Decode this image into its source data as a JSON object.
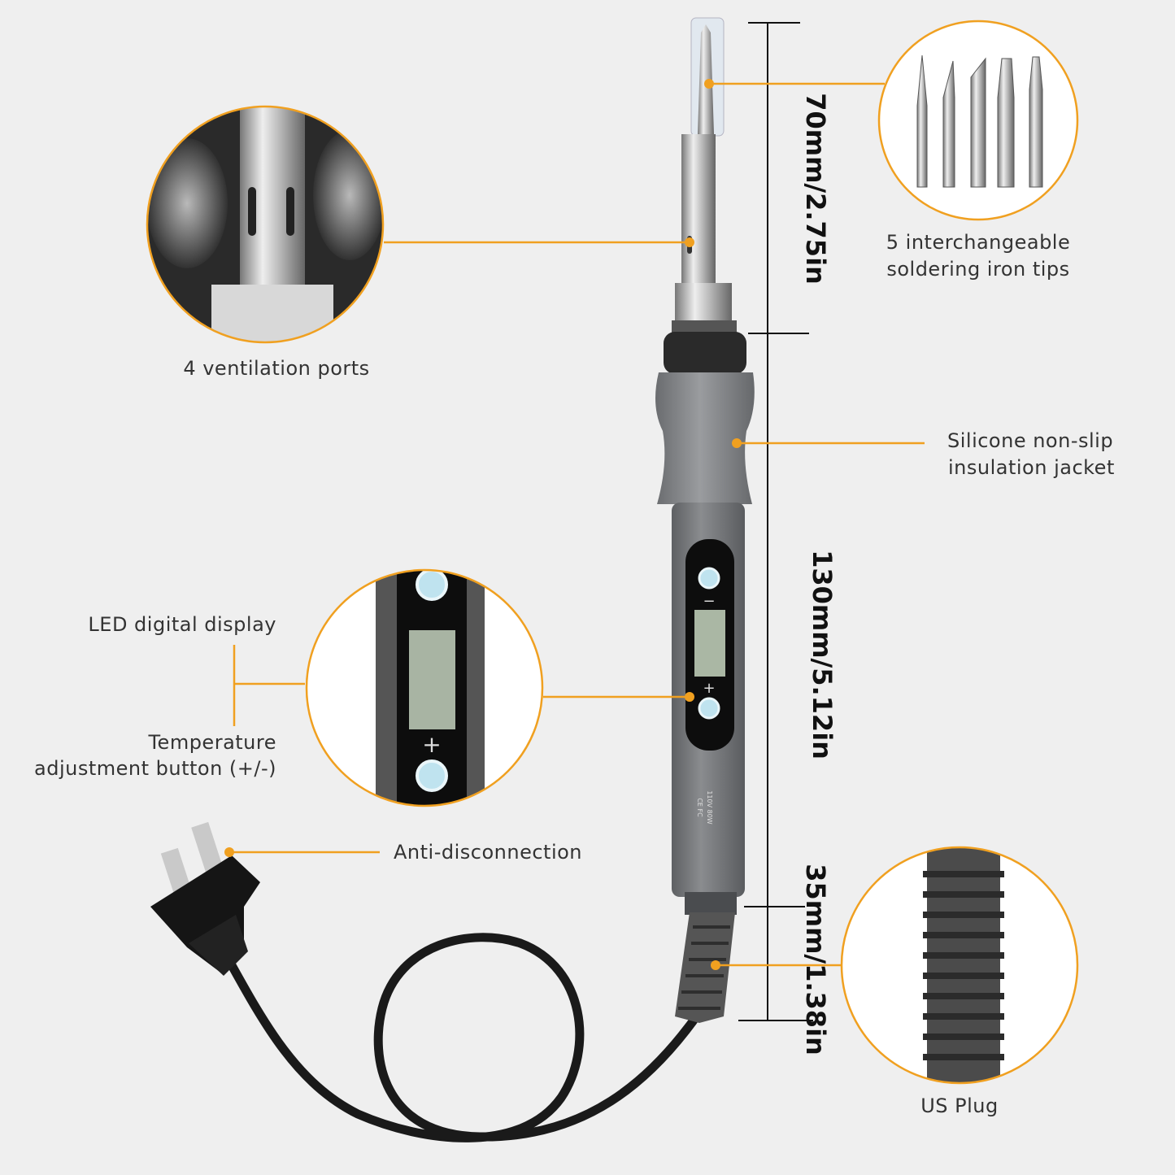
{
  "colors": {
    "background": "#efefef",
    "accent": "#f0a020",
    "iron_gray": "#7b7d80",
    "cable": "#1a1a1a"
  },
  "dimensions": {
    "tip": "70mm/2.75in",
    "body": "130mm/5.12in",
    "tail": "35mm/1.38in"
  },
  "labels": {
    "ventilation": "4 ventilation ports",
    "tips_line1": "5 interchangeable",
    "tips_line2": "soldering iron tips",
    "silicone_line1": "Silicone non-slip",
    "silicone_line2": "insulation jacket",
    "led": "LED digital display",
    "temp_line1": "Temperature",
    "temp_line2": "adjustment button (+/-)",
    "anti": "Anti-disconnection",
    "plug": "US Plug"
  },
  "body_print": {
    "rating": "110V 80W",
    "marks": "CE FC"
  },
  "buttons": {
    "minus": "−",
    "plus": "+"
  }
}
